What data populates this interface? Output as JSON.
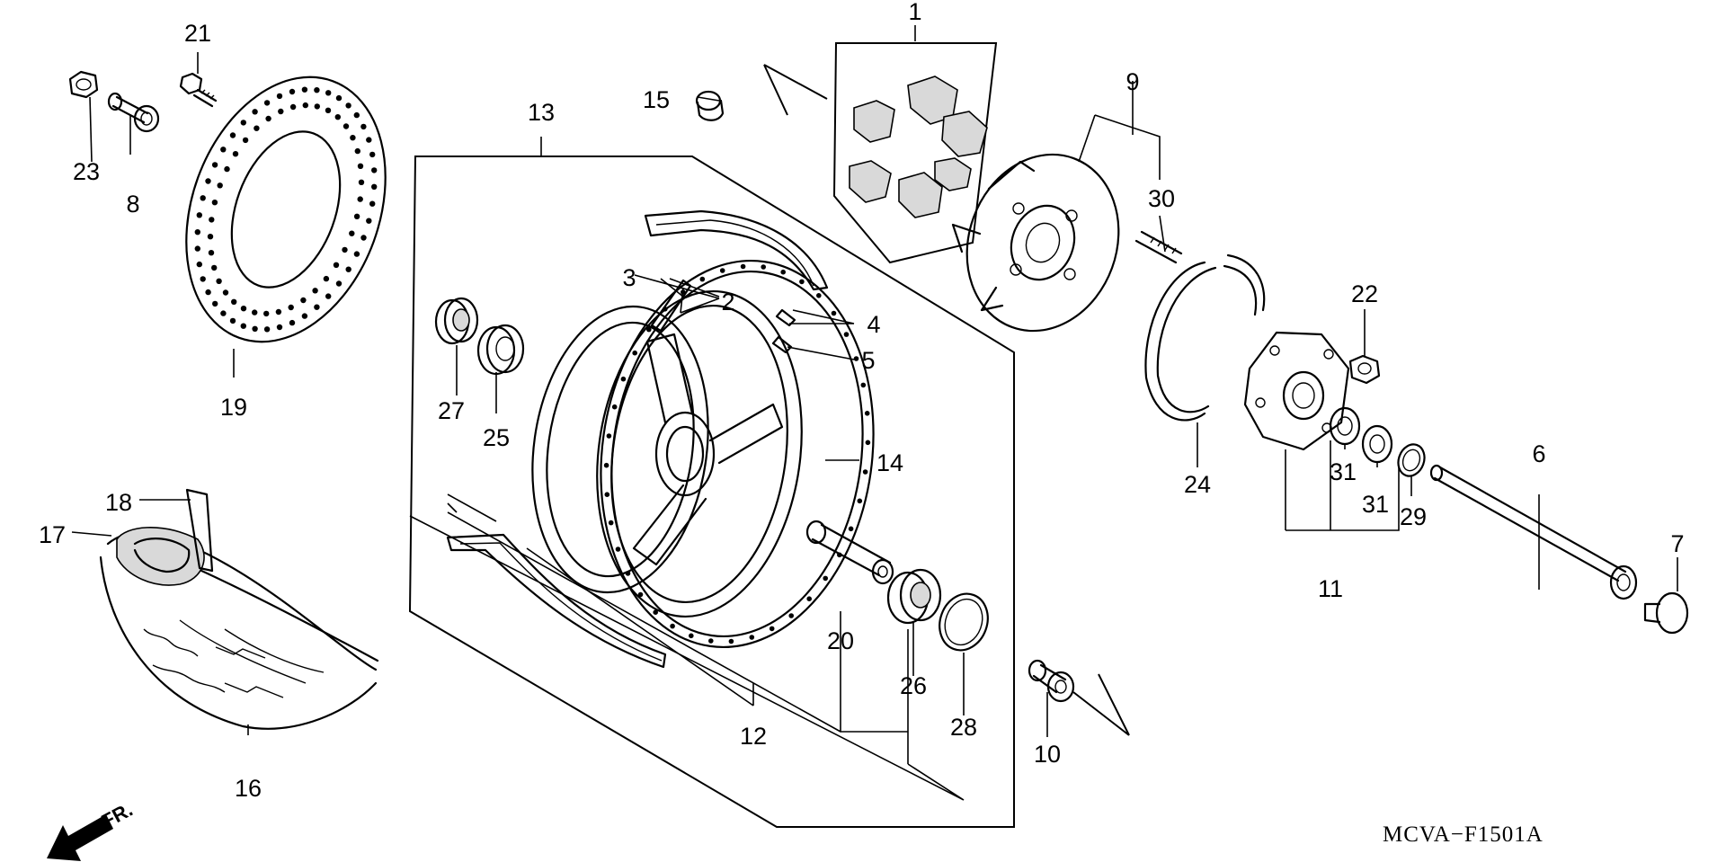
{
  "diagram": {
    "code": "MCVA−F1501A",
    "front_marker": "FR.",
    "callouts": {
      "c1": "1",
      "c2": "2",
      "c3": "3",
      "c4": "4",
      "c5": "5",
      "c6": "6",
      "c7": "7",
      "c8": "8",
      "c9": "9",
      "c10": "10",
      "c11": "11",
      "c12": "12",
      "c13": "13",
      "c14": "14",
      "c15": "15",
      "c16": "16",
      "c17": "17",
      "c18": "18",
      "c19": "19",
      "c20": "20",
      "c21": "21",
      "c22": "22",
      "c23": "23",
      "c24": "24",
      "c25": "25",
      "c26": "26",
      "c27": "27",
      "c28": "28",
      "c29": "29",
      "c30": "30",
      "c31a": "31",
      "c31b": "31"
    }
  }
}
